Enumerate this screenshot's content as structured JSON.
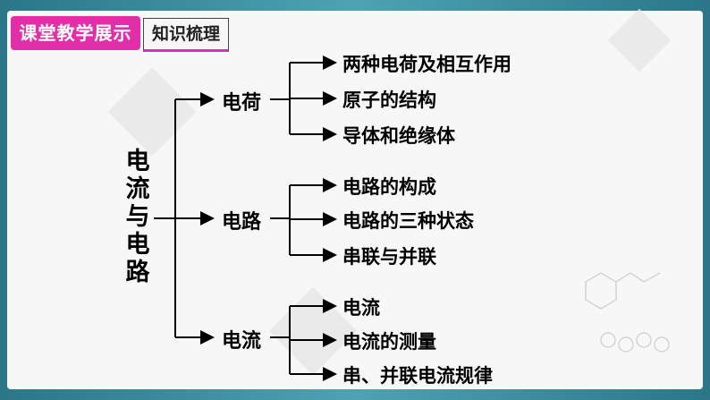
{
  "header": {
    "section_label": "课堂教学展示",
    "topic_label": "知识梳理"
  },
  "tree": {
    "root": "电流与电路",
    "branches": [
      {
        "label": "电荷",
        "children": [
          "两种电荷及相互作用",
          "原子的结构",
          "导体和绝缘体"
        ]
      },
      {
        "label": "电路",
        "children": [
          "电路的构成",
          "电路的三种状态",
          "串联与并联"
        ]
      },
      {
        "label": "电流",
        "children": [
          "电流",
          "电流的测量",
          "串、并联电流规律"
        ]
      }
    ]
  },
  "colors": {
    "accent": "#e22fa9",
    "frame": "#2f7f93"
  }
}
